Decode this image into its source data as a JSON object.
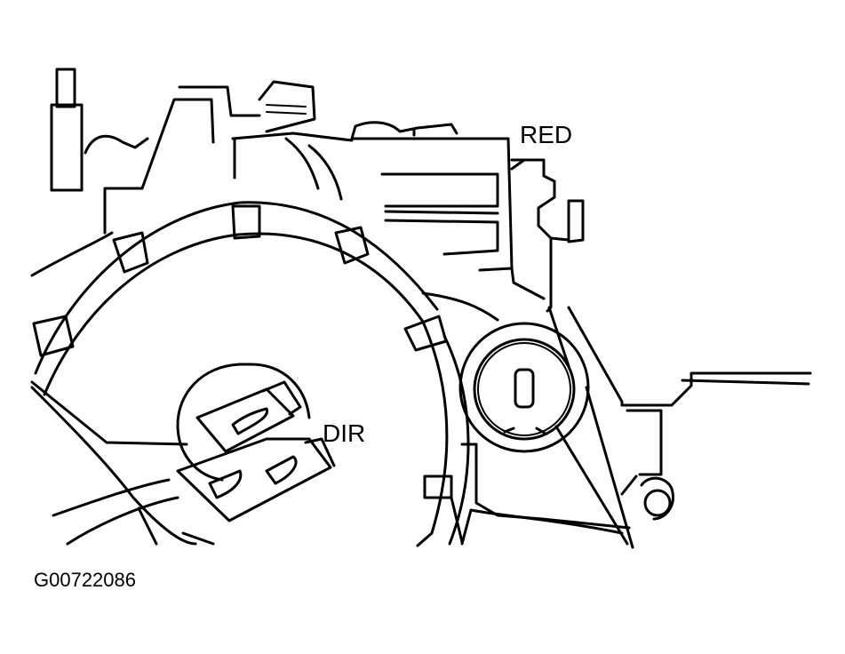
{
  "labels": {
    "red": "RED",
    "dir": "DIR"
  },
  "figure_id": "G00722086",
  "colors": {
    "line": "#000000",
    "background": "#ffffff"
  }
}
